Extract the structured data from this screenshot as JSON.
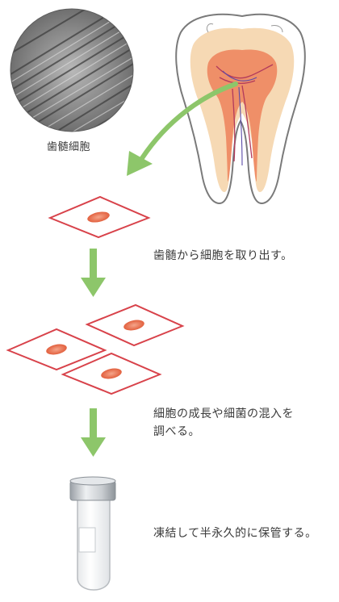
{
  "micrograph_label": "歯髄細胞",
  "steps": [
    {
      "text": "歯髄から細胞を取り出す。"
    },
    {
      "text": "細胞の成長や細菌の混入を\n調べる。"
    },
    {
      "text": "凍結して半永久的に保管する。"
    }
  ],
  "colors": {
    "arrow_green": "#8dc66a",
    "dish_red": "#d8424a",
    "cell_orange": "#e8704a",
    "pulp_red": "#e85a4a",
    "tooth_outline": "#7a7a7a"
  }
}
